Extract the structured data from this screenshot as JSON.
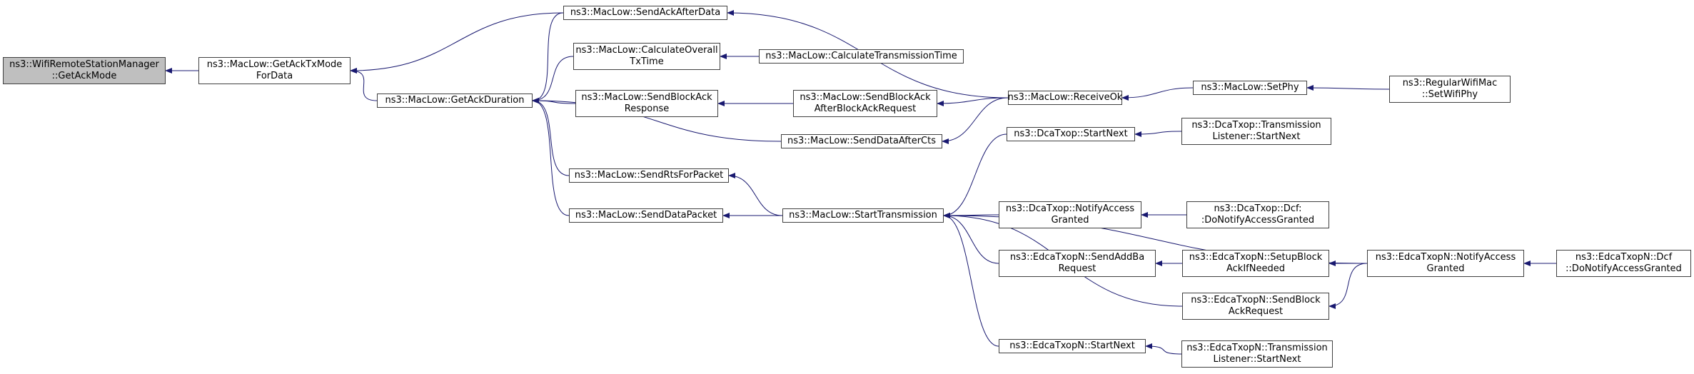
{
  "colors": {
    "edge": "#191970",
    "node_border": "#404040",
    "root_fill": "#bfbfbf",
    "node_fill": "#ffffff"
  },
  "nodes": [
    {
      "id": "root",
      "lines": [
        "ns3::WifiRemoteStationManager",
        "::GetAckMode"
      ],
      "root": true
    },
    {
      "id": "getAckTxMode",
      "lines": [
        "ns3::MacLow::GetAckTxMode",
        "ForData"
      ]
    },
    {
      "id": "getAckDuration",
      "lines": [
        "ns3::MacLow::GetAckDuration"
      ]
    },
    {
      "id": "sendAckAfterData",
      "lines": [
        "ns3::MacLow::SendAckAfterData"
      ]
    },
    {
      "id": "calcOverallTx",
      "lines": [
        "ns3::MacLow::CalculateOverall",
        "TxTime"
      ]
    },
    {
      "id": "calcTransmission",
      "lines": [
        "ns3::MacLow::CalculateTransmissionTime"
      ]
    },
    {
      "id": "sendBlockAckResponse",
      "lines": [
        "ns3::MacLow::SendBlockAck",
        "Response"
      ]
    },
    {
      "id": "sendBlockAckAfterReq",
      "lines": [
        "ns3::MacLow::SendBlockAck",
        "AfterBlockAckRequest"
      ]
    },
    {
      "id": "receiveOk",
      "lines": [
        "ns3::MacLow::ReceiveOk"
      ]
    },
    {
      "id": "setPhy",
      "lines": [
        "ns3::MacLow::SetPhy"
      ]
    },
    {
      "id": "regularSetWifiPhy",
      "lines": [
        "ns3::RegularWifiMac",
        "::SetWifiPhy"
      ]
    },
    {
      "id": "sendDataAfterCts",
      "lines": [
        "ns3::MacLow::SendDataAfterCts"
      ]
    },
    {
      "id": "sendRtsForPacket",
      "lines": [
        "ns3::MacLow::SendRtsForPacket"
      ]
    },
    {
      "id": "sendDataPacket",
      "lines": [
        "ns3::MacLow::SendDataPacket"
      ]
    },
    {
      "id": "startTransmission",
      "lines": [
        "ns3::MacLow::StartTransmission"
      ]
    },
    {
      "id": "dcaStartNext",
      "lines": [
        "ns3::DcaTxop::StartNext"
      ]
    },
    {
      "id": "dcaTLStartNext",
      "lines": [
        "ns3::DcaTxop::Transmission",
        "Listener::StartNext"
      ]
    },
    {
      "id": "dcaNotifyAccess",
      "lines": [
        "ns3::DcaTxop::NotifyAccess",
        "Granted"
      ]
    },
    {
      "id": "dcaDcfNotify",
      "lines": [
        "ns3::DcaTxop::Dcf:",
        ":DoNotifyAccessGranted"
      ]
    },
    {
      "id": "edcaSendAddBa",
      "lines": [
        "ns3::EdcaTxopN::SendAddBa",
        "Request"
      ]
    },
    {
      "id": "edcaSetupBlockAck",
      "lines": [
        "ns3::EdcaTxopN::SetupBlock",
        "AckIfNeeded"
      ]
    },
    {
      "id": "edcaNotifyAccess",
      "lines": [
        "ns3::EdcaTxopN::NotifyAccess",
        "Granted"
      ]
    },
    {
      "id": "edcaDcfNotify",
      "lines": [
        "ns3::EdcaTxopN::Dcf",
        "::DoNotifyAccessGranted"
      ]
    },
    {
      "id": "edcaSendBlockAckReq",
      "lines": [
        "ns3::EdcaTxopN::SendBlock",
        "AckRequest"
      ]
    },
    {
      "id": "edcaStartNext",
      "lines": [
        "ns3::EdcaTxopN::StartNext"
      ]
    },
    {
      "id": "edcaTLStartNext",
      "lines": [
        "ns3::EdcaTxopN::Transmission",
        "Listener::StartNext"
      ]
    }
  ],
  "edges": [
    {
      "from": "getAckTxMode",
      "to": "root"
    },
    {
      "from": "getAckDuration",
      "to": "getAckTxMode"
    },
    {
      "from": "sendAckAfterData",
      "to": "getAckTxMode"
    },
    {
      "from": "sendAckAfterData",
      "to": "getAckDuration"
    },
    {
      "from": "calcOverallTx",
      "to": "getAckDuration"
    },
    {
      "from": "sendBlockAckResponse",
      "to": "getAckDuration"
    },
    {
      "from": "sendDataAfterCts",
      "to": "getAckDuration"
    },
    {
      "from": "sendRtsForPacket",
      "to": "getAckDuration"
    },
    {
      "from": "sendDataPacket",
      "to": "getAckDuration"
    },
    {
      "from": "calcTransmission",
      "to": "calcOverallTx"
    },
    {
      "from": "receiveOk",
      "to": "sendAckAfterData"
    },
    {
      "from": "sendBlockAckAfterReq",
      "to": "sendBlockAckResponse"
    },
    {
      "from": "receiveOk",
      "to": "sendBlockAckAfterReq"
    },
    {
      "from": "receiveOk",
      "to": "sendDataAfterCts"
    },
    {
      "from": "setPhy",
      "to": "receiveOk"
    },
    {
      "from": "regularSetWifiPhy",
      "to": "setPhy"
    },
    {
      "from": "startTransmission",
      "to": "sendRtsForPacket"
    },
    {
      "from": "startTransmission",
      "to": "sendDataPacket"
    },
    {
      "from": "dcaStartNext",
      "to": "startTransmission"
    },
    {
      "from": "dcaNotifyAccess",
      "to": "startTransmission"
    },
    {
      "from": "edcaSendAddBa",
      "to": "startTransmission"
    },
    {
      "from": "edcaSendBlockAckReq",
      "to": "startTransmission"
    },
    {
      "from": "edcaStartNext",
      "to": "startTransmission"
    },
    {
      "from": "edcaNotifyAccess",
      "to": "startTransmission"
    },
    {
      "from": "dcaTLStartNext",
      "to": "dcaStartNext"
    },
    {
      "from": "dcaDcfNotify",
      "to": "dcaNotifyAccess"
    },
    {
      "from": "edcaSetupBlockAck",
      "to": "edcaSendAddBa"
    },
    {
      "from": "edcaNotifyAccess",
      "to": "edcaSetupBlockAck"
    },
    {
      "from": "edcaNotifyAccess",
      "to": "edcaSendBlockAckReq"
    },
    {
      "from": "edcaDcfNotify",
      "to": "edcaNotifyAccess"
    },
    {
      "from": "edcaTLStartNext",
      "to": "edcaStartNext"
    }
  ]
}
